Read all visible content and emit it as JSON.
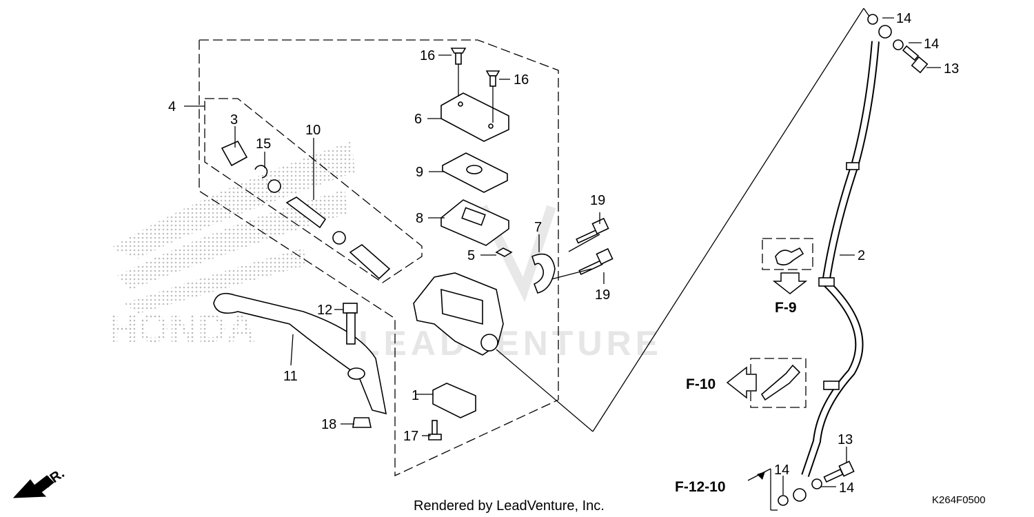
{
  "watermark": {
    "brand_text": "HONDA",
    "dealer_text": "LEADVENTURE"
  },
  "callouts": {
    "c1": "1",
    "c2": "2",
    "c3": "3",
    "c4": "4",
    "c5": "5",
    "c6": "6",
    "c7": "7",
    "c8": "8",
    "c9": "9",
    "c10": "10",
    "c11": "11",
    "c12": "12",
    "c13a": "13",
    "c13b": "13",
    "c14a": "14",
    "c14b": "14",
    "c14c": "14",
    "c14d": "14",
    "c15": "15",
    "c16a": "16",
    "c16b": "16",
    "c17": "17",
    "c18": "18",
    "c19a": "19",
    "c19b": "19"
  },
  "references": {
    "f9": "F-9",
    "f10": "F-10",
    "f12": "F-12-10"
  },
  "direction_label": "FR.",
  "footer_text": "Rendered by LeadVenture, Inc.",
  "part_code": "K264F0500",
  "icons": [
    "front-direction-arrow-icon",
    "reference-arrow-down-icon",
    "reference-arrow-left-icon"
  ]
}
